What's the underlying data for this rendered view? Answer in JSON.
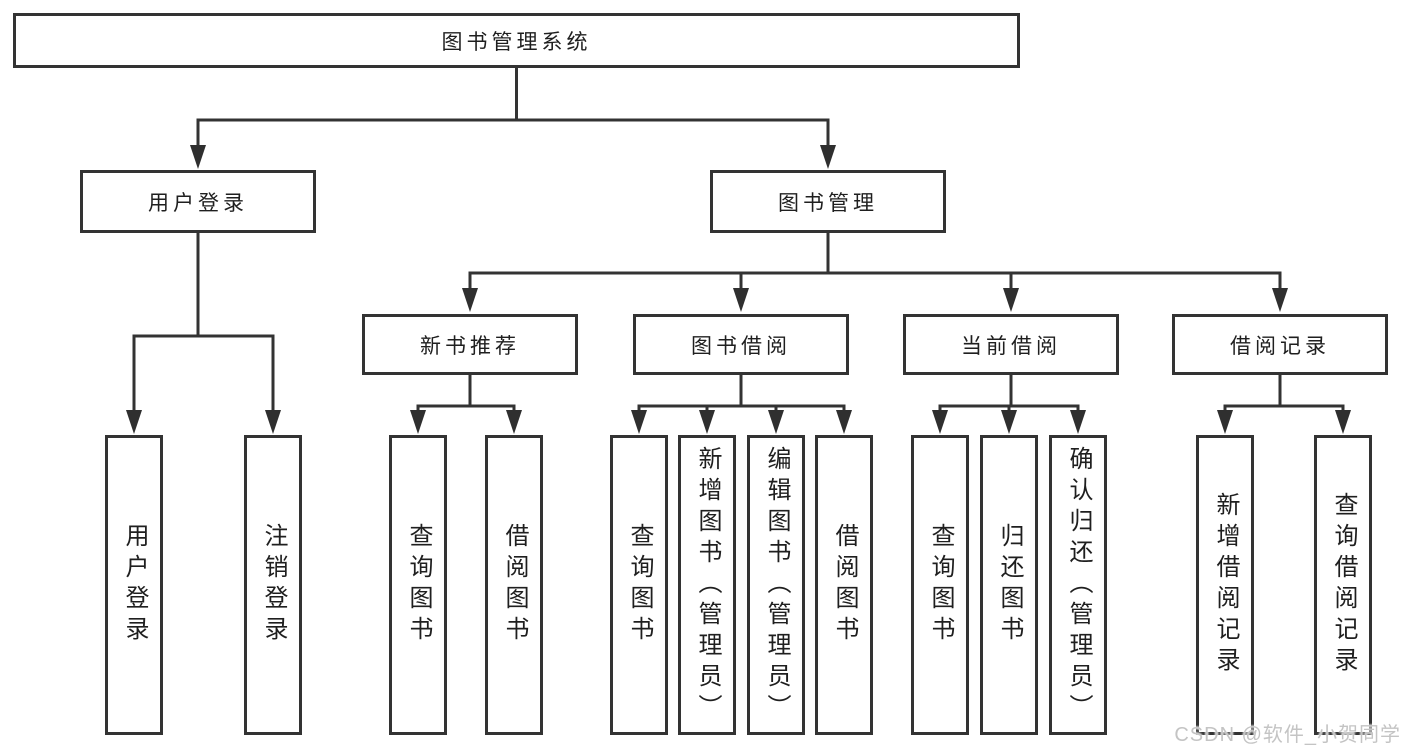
{
  "diagram_title": "图书管理系统",
  "nodes": {
    "root": "图书管理系统",
    "user_login": "用户登录",
    "book_mgmt": "图书管理",
    "new_book_rec": "新书推荐",
    "book_borrow": "图书借阅",
    "current_borrow": "当前借阅",
    "borrow_records": "借阅记录",
    "leaf_user_login": "用户登录",
    "leaf_logout": "注销登录",
    "leaf_query_book_rec": "查询图书",
    "leaf_borrow_book_rec": "借阅图书",
    "leaf_query_book_borrow": "查询图书",
    "leaf_add_book_admin": "新增图书（管理员）",
    "leaf_edit_book_admin": "编辑图书（管理员）",
    "leaf_borrow_book_borrow": "借阅图书",
    "leaf_query_book_current": "查询图书",
    "leaf_return_book": "归还图书",
    "leaf_confirm_return_admin": "确认归还（管理员）",
    "leaf_add_borrow_record": "新增借阅记录",
    "leaf_query_borrow_record": "查询借阅记录"
  },
  "watermark": "CSDN @软件_小贺同学",
  "colors": {
    "line": "#333333",
    "text": "#1f1f1f",
    "watermark": "#c4c4c4",
    "background": "#ffffff"
  }
}
